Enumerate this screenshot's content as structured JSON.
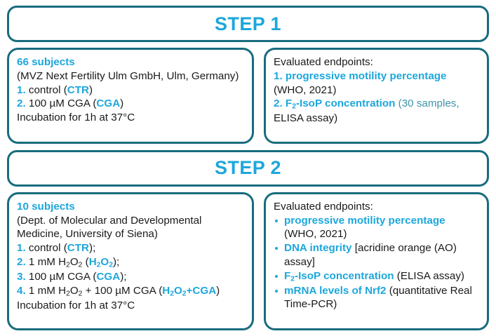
{
  "colors": {
    "border": "#186c7e",
    "accent_cyan": "#1ca7dc",
    "muted_cyan": "#3f93a8",
    "text": "#1a1a1a",
    "background": "#ffffff"
  },
  "steps": [
    {
      "banner_label": "STEP 1",
      "left_panel": {
        "heading": "66 subjects",
        "source": "(MVZ Next Fertility Ulm GmbH, Ulm, Germany)",
        "groups": [
          {
            "num": "1.",
            "text": " control (",
            "code": "CTR",
            "tail": ")"
          },
          {
            "num": "2.",
            "text": " 100 µM CGA (",
            "code": "CGA",
            "tail": ")"
          }
        ],
        "footer": "Incubation for 1h at 37°C"
      },
      "right_panel": {
        "heading": "Evaluated endpoints:",
        "endpoints": [
          {
            "num": "1.",
            "name": "progressive motility percentage",
            "detail": "(WHO, 2021)"
          },
          {
            "num": "2.",
            "name_pre": "F",
            "name_sub": "2",
            "name_post": "-IsoP concentration",
            "detail_muted": "(30 samples,",
            "detail_plain": "ELISA assay)"
          }
        ]
      }
    },
    {
      "banner_label": "STEP 2",
      "left_panel": {
        "heading": "10 subjects",
        "source_line_1": "(Dept. of Molecular and Developmental",
        "source_line_2": "Medicine, University of Siena)",
        "groups": [
          {
            "num": "1.",
            "label": "control",
            "code": "CTR",
            "tail": ");"
          },
          {
            "num": "2.",
            "label_h2o2": "1 mM H2O2",
            "code": "H2O2",
            "tail": ");"
          },
          {
            "num": "3.",
            "label": "100 µM CGA",
            "code": "CGA",
            "tail": ");"
          },
          {
            "num": "4.",
            "label_mix": "1 mM H2O2 + 100 µM CGA",
            "code": "H2O2+CGA",
            "tail": ")"
          }
        ],
        "footer": "Incubation for 1h at 37°C"
      },
      "right_panel": {
        "heading": "Evaluated endpoints:",
        "endpoints": [
          {
            "name": "progressive motility percentage",
            "detail": "(WHO, 2021)"
          },
          {
            "name": "DNA integrity",
            "detail": "[acridine orange (AO) assay]"
          },
          {
            "name_pre": "F",
            "name_sub": "2",
            "name_post": "-IsoP concentration",
            "detail": "(ELISA assay)"
          },
          {
            "name": "mRNA levels of Nrf2",
            "detail": "(quantitative Real Time-PCR)"
          }
        ]
      }
    }
  ]
}
